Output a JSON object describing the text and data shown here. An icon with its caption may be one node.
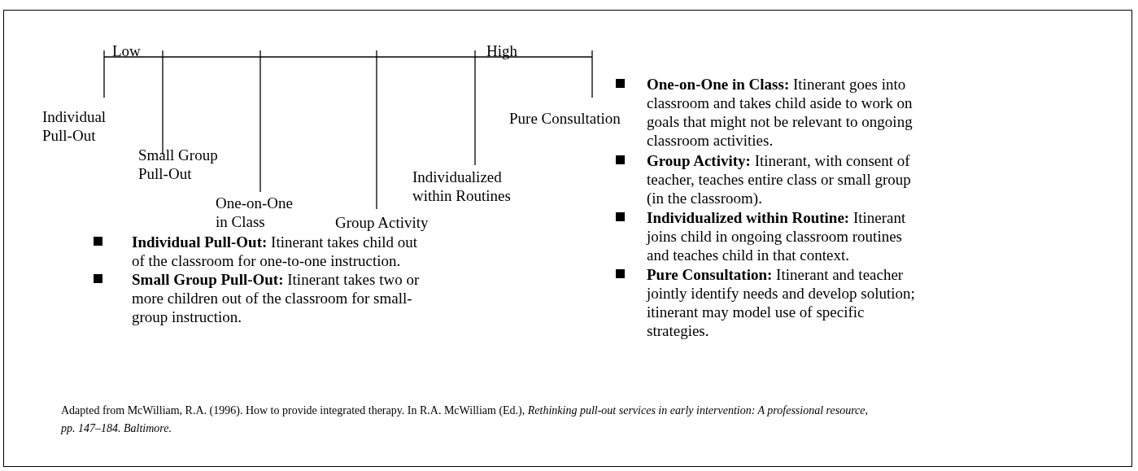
{
  "diagram": {
    "labels": [
      "Low",
      "High",
      "Individual Pull-Out",
      "Pure Consultation",
      "Small Group Pull-Out",
      "Individualized within Routines",
      "One-on-One in Class",
      "Group Activity",
      "**One-on-One in Class:** Itinerant goes into classroom and takes child aside to work on goals that might not be relevant to ongoing classroom activities.",
      "**Group Activity:** Itinerant, with consent of teacher, teaches entire class or small group (in the classroom).",
      "**Individualized within Routine:** Itinerant joins child in ongoing classroom routines and teaches child in that context.",
      "**Pure Consultation:** Itinerant and teacher jointly identify needs and develop solution; itinerant may model use of specific strategies.",
      "**Individual Pull-Out:** Itinerant takes child out of the classroom for one-to-one instruction.",
      "**Small Group Pull-Out:** Itinerant takes two or more children out of the classroom for small-group instruction."
    ],
    "caption": "Adapted from McWilliam, R.A. (1996). How to provide integrated therapy. In R.A. McWilliam (Ed.), *Rethinking pull-out services in early intervention: A professional resource, pp. 147–184. Baltimore.*"
  }
}
